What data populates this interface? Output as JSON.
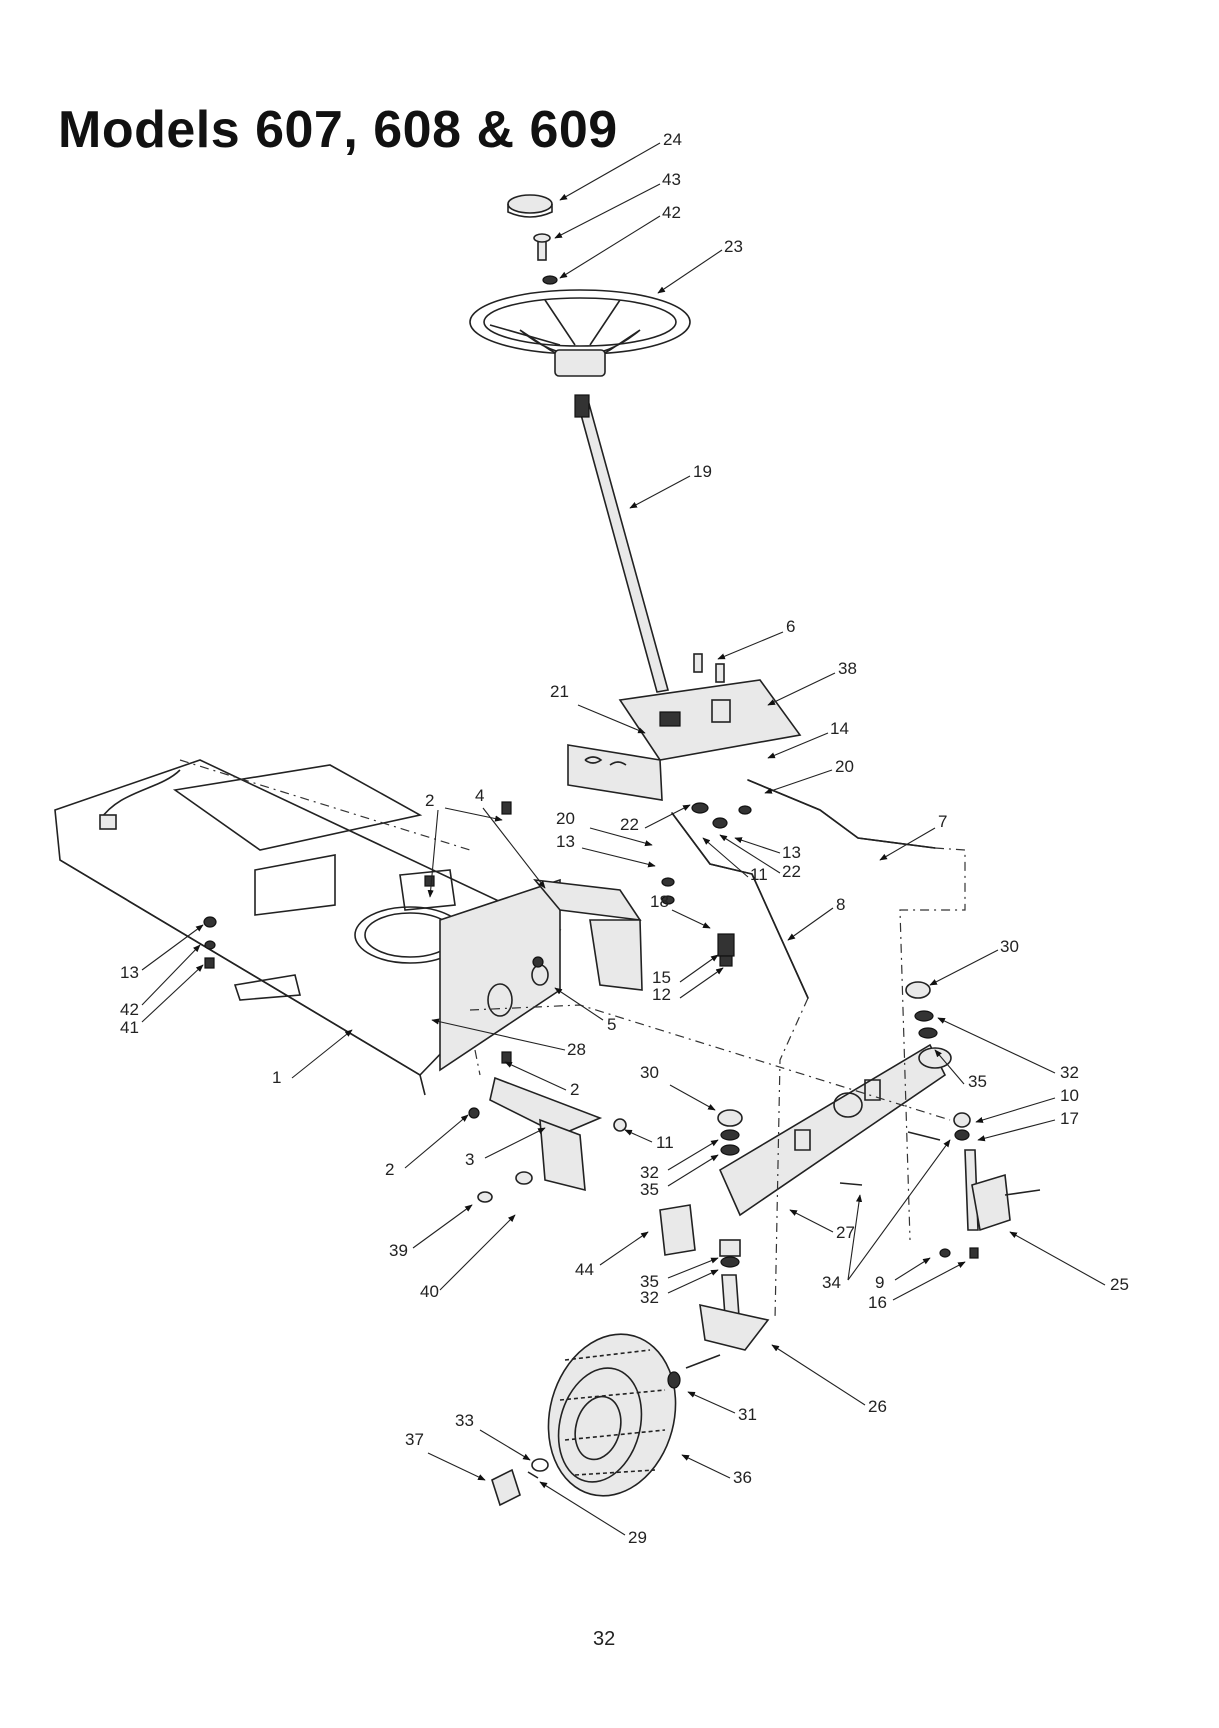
{
  "header": {
    "title": "Models 607, 608 & 609"
  },
  "footer": {
    "page_number": "32"
  },
  "callouts": [
    {
      "id": "c24a",
      "text": "24"
    },
    {
      "id": "c43",
      "text": "43"
    },
    {
      "id": "c42a",
      "text": "42"
    },
    {
      "id": "c23",
      "text": "23"
    },
    {
      "id": "c19",
      "text": "19"
    },
    {
      "id": "c6",
      "text": "6"
    },
    {
      "id": "c38",
      "text": "38"
    },
    {
      "id": "c21",
      "text": "21"
    },
    {
      "id": "c14",
      "text": "14"
    },
    {
      "id": "c20a",
      "text": "20"
    },
    {
      "id": "c7",
      "text": "7"
    },
    {
      "id": "c2a",
      "text": "2"
    },
    {
      "id": "c4",
      "text": "4"
    },
    {
      "id": "c20b",
      "text": "20"
    },
    {
      "id": "c22a",
      "text": "22"
    },
    {
      "id": "c13a",
      "text": "13"
    },
    {
      "id": "c13b",
      "text": "13"
    },
    {
      "id": "c22b",
      "text": "22"
    },
    {
      "id": "c11a",
      "text": "11"
    },
    {
      "id": "c18",
      "text": "18"
    },
    {
      "id": "c8",
      "text": "8"
    },
    {
      "id": "c13c",
      "text": "13"
    },
    {
      "id": "c15",
      "text": "15"
    },
    {
      "id": "c12",
      "text": "12"
    },
    {
      "id": "c42b",
      "text": "42"
    },
    {
      "id": "c41",
      "text": "41"
    },
    {
      "id": "c30a",
      "text": "30"
    },
    {
      "id": "c5",
      "text": "5"
    },
    {
      "id": "c28",
      "text": "28"
    },
    {
      "id": "c1",
      "text": "1"
    },
    {
      "id": "c2b",
      "text": "2"
    },
    {
      "id": "c30b",
      "text": "30"
    },
    {
      "id": "c35a",
      "text": "35"
    },
    {
      "id": "c32a",
      "text": "32"
    },
    {
      "id": "c10",
      "text": "10"
    },
    {
      "id": "c17",
      "text": "17"
    },
    {
      "id": "c11b",
      "text": "11"
    },
    {
      "id": "c2c",
      "text": "2"
    },
    {
      "id": "c3",
      "text": "3"
    },
    {
      "id": "c32b",
      "text": "32"
    },
    {
      "id": "c35b",
      "text": "35"
    },
    {
      "id": "c27",
      "text": "27"
    },
    {
      "id": "c39",
      "text": "39"
    },
    {
      "id": "c44",
      "text": "44"
    },
    {
      "id": "c35c",
      "text": "35"
    },
    {
      "id": "c32c",
      "text": "32"
    },
    {
      "id": "c34",
      "text": "34"
    },
    {
      "id": "c9",
      "text": "9"
    },
    {
      "id": "c16",
      "text": "16"
    },
    {
      "id": "c25",
      "text": "25"
    },
    {
      "id": "c40",
      "text": "40"
    },
    {
      "id": "c26",
      "text": "26"
    },
    {
      "id": "c31",
      "text": "31"
    },
    {
      "id": "c33",
      "text": "33"
    },
    {
      "id": "c37",
      "text": "37"
    },
    {
      "id": "c36",
      "text": "36"
    },
    {
      "id": "c29",
      "text": "29"
    }
  ]
}
